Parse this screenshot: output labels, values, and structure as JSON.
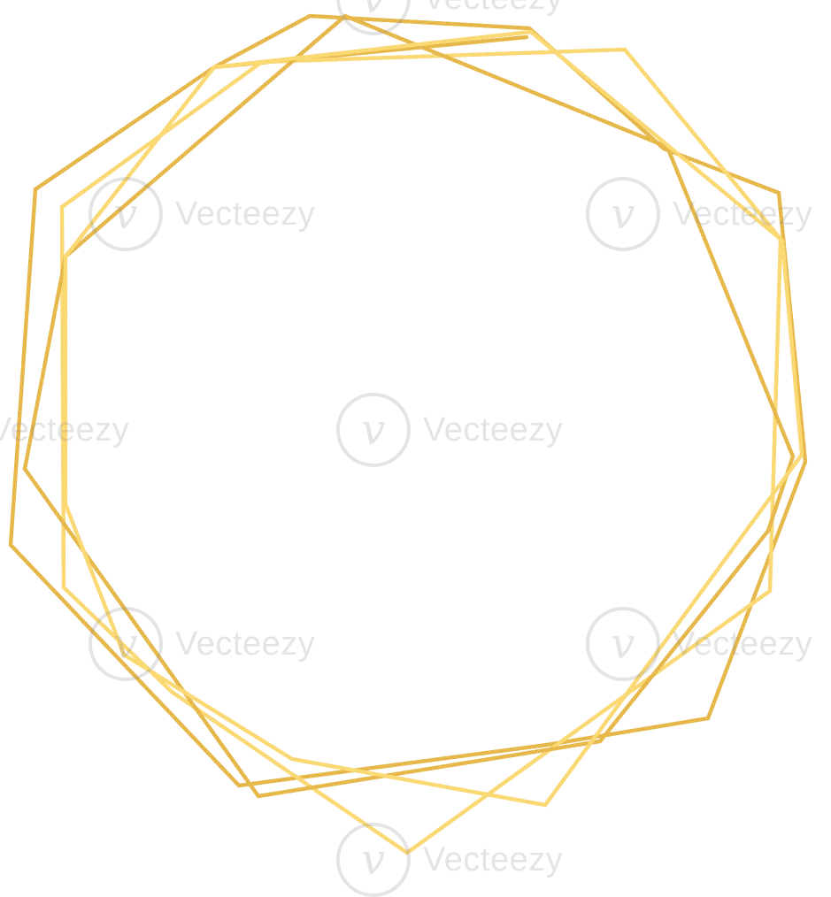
{
  "image": {
    "subject": "geometric gold glitter polygon frame",
    "line_color": "#d9a93a",
    "line_highlight": "#f0cd6a",
    "background": "#ffffff"
  },
  "watermark": {
    "text": "Vecteezy",
    "logo_icon": "vecteezy-v-logo-icon",
    "logo_glyph": "v",
    "color": "#8a8a8a"
  }
}
